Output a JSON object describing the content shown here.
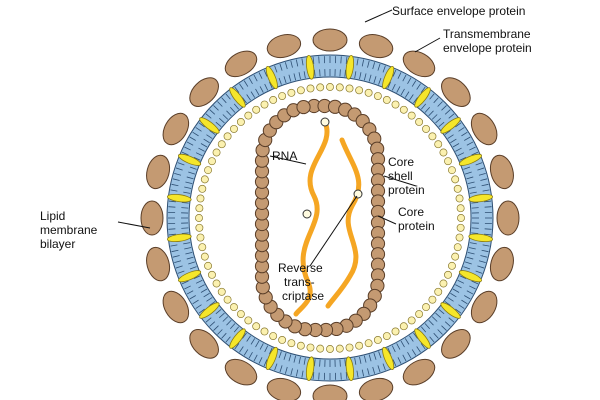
{
  "labels": {
    "surface_envelope_protein": "Surface envelope protein",
    "transmembrane_line1": "Transmembrane",
    "transmembrane_line2": "envelope protein",
    "rna": "RNA",
    "core_shell_line1": "Core",
    "core_shell_line2": "shell",
    "core_shell_line3": "protein",
    "core_protein_line1": "Core",
    "core_protein_line2": "protein",
    "lipid_line1": "Lipid",
    "lipid_line2": "membrane",
    "lipid_line3": "bilayer",
    "rt_line1": "Reverse",
    "rt_line2": "trans-",
    "rt_line3": "criptase"
  },
  "colors": {
    "surface_protein": "#C49A72",
    "core_protein": "#C49A72",
    "protein_outline": "#5A3E28",
    "lipid_bilayer": "#9CC3E4",
    "lipid_tails": "#2E4F73",
    "transmembrane_protein": "#F5E62A",
    "core_shell_bead": "#FBF1B0",
    "rna": "#F5A623",
    "leader_line": "#111111"
  }
}
